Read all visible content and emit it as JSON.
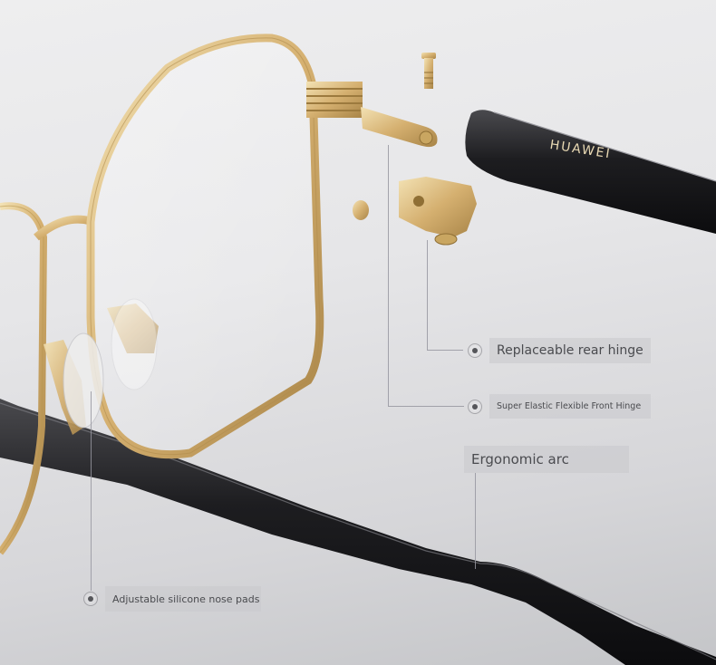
{
  "image": {
    "subject": "Exploded view of gold-framed eyeglasses with black temple arms",
    "brand_mark": "HUAWEI"
  },
  "callouts": [
    {
      "id": "rear-hinge",
      "label": "Replaceable rear hinge"
    },
    {
      "id": "front-hinge",
      "label": "Super Elastic Flexible Front Hinge"
    },
    {
      "id": "ergonomic-arc",
      "label": "Ergonomic arc"
    },
    {
      "id": "nose-pads",
      "label": "Adjustable silicone nose pads"
    }
  ],
  "colors": {
    "background": "#e6e6e8",
    "frame_gold": "#d9b877",
    "temple_black": "#1a1a1c",
    "label_text": "#4a4b4f",
    "label_bg": "#c8c8cc"
  }
}
